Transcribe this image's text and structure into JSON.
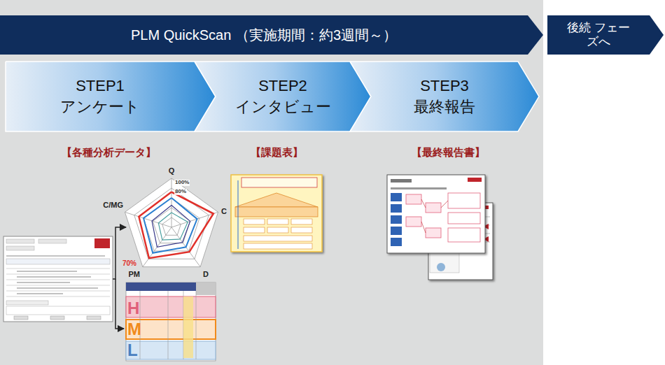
{
  "diagram": {
    "nodes": [
      {
        "text": [
          "PLM QuickScan （実施期間：約3週間～）"
        ]
      },
      {
        "text": [
          "後続 フェーズへ"
        ]
      },
      {
        "text": [
          "STEP1",
          "アンケート"
        ]
      },
      {
        "text": [
          "STEP2",
          "インタビュー"
        ]
      },
      {
        "text": [
          "STEP3",
          "最終報告"
        ]
      }
    ],
    "labels": [
      "【各種分析データ】",
      "【課題表】",
      "【最終報告書】",
      "Q",
      "C",
      "D",
      "PM",
      "C/MG",
      "100%",
      "80%",
      "70%",
      "H",
      "M",
      "L"
    ]
  }
}
